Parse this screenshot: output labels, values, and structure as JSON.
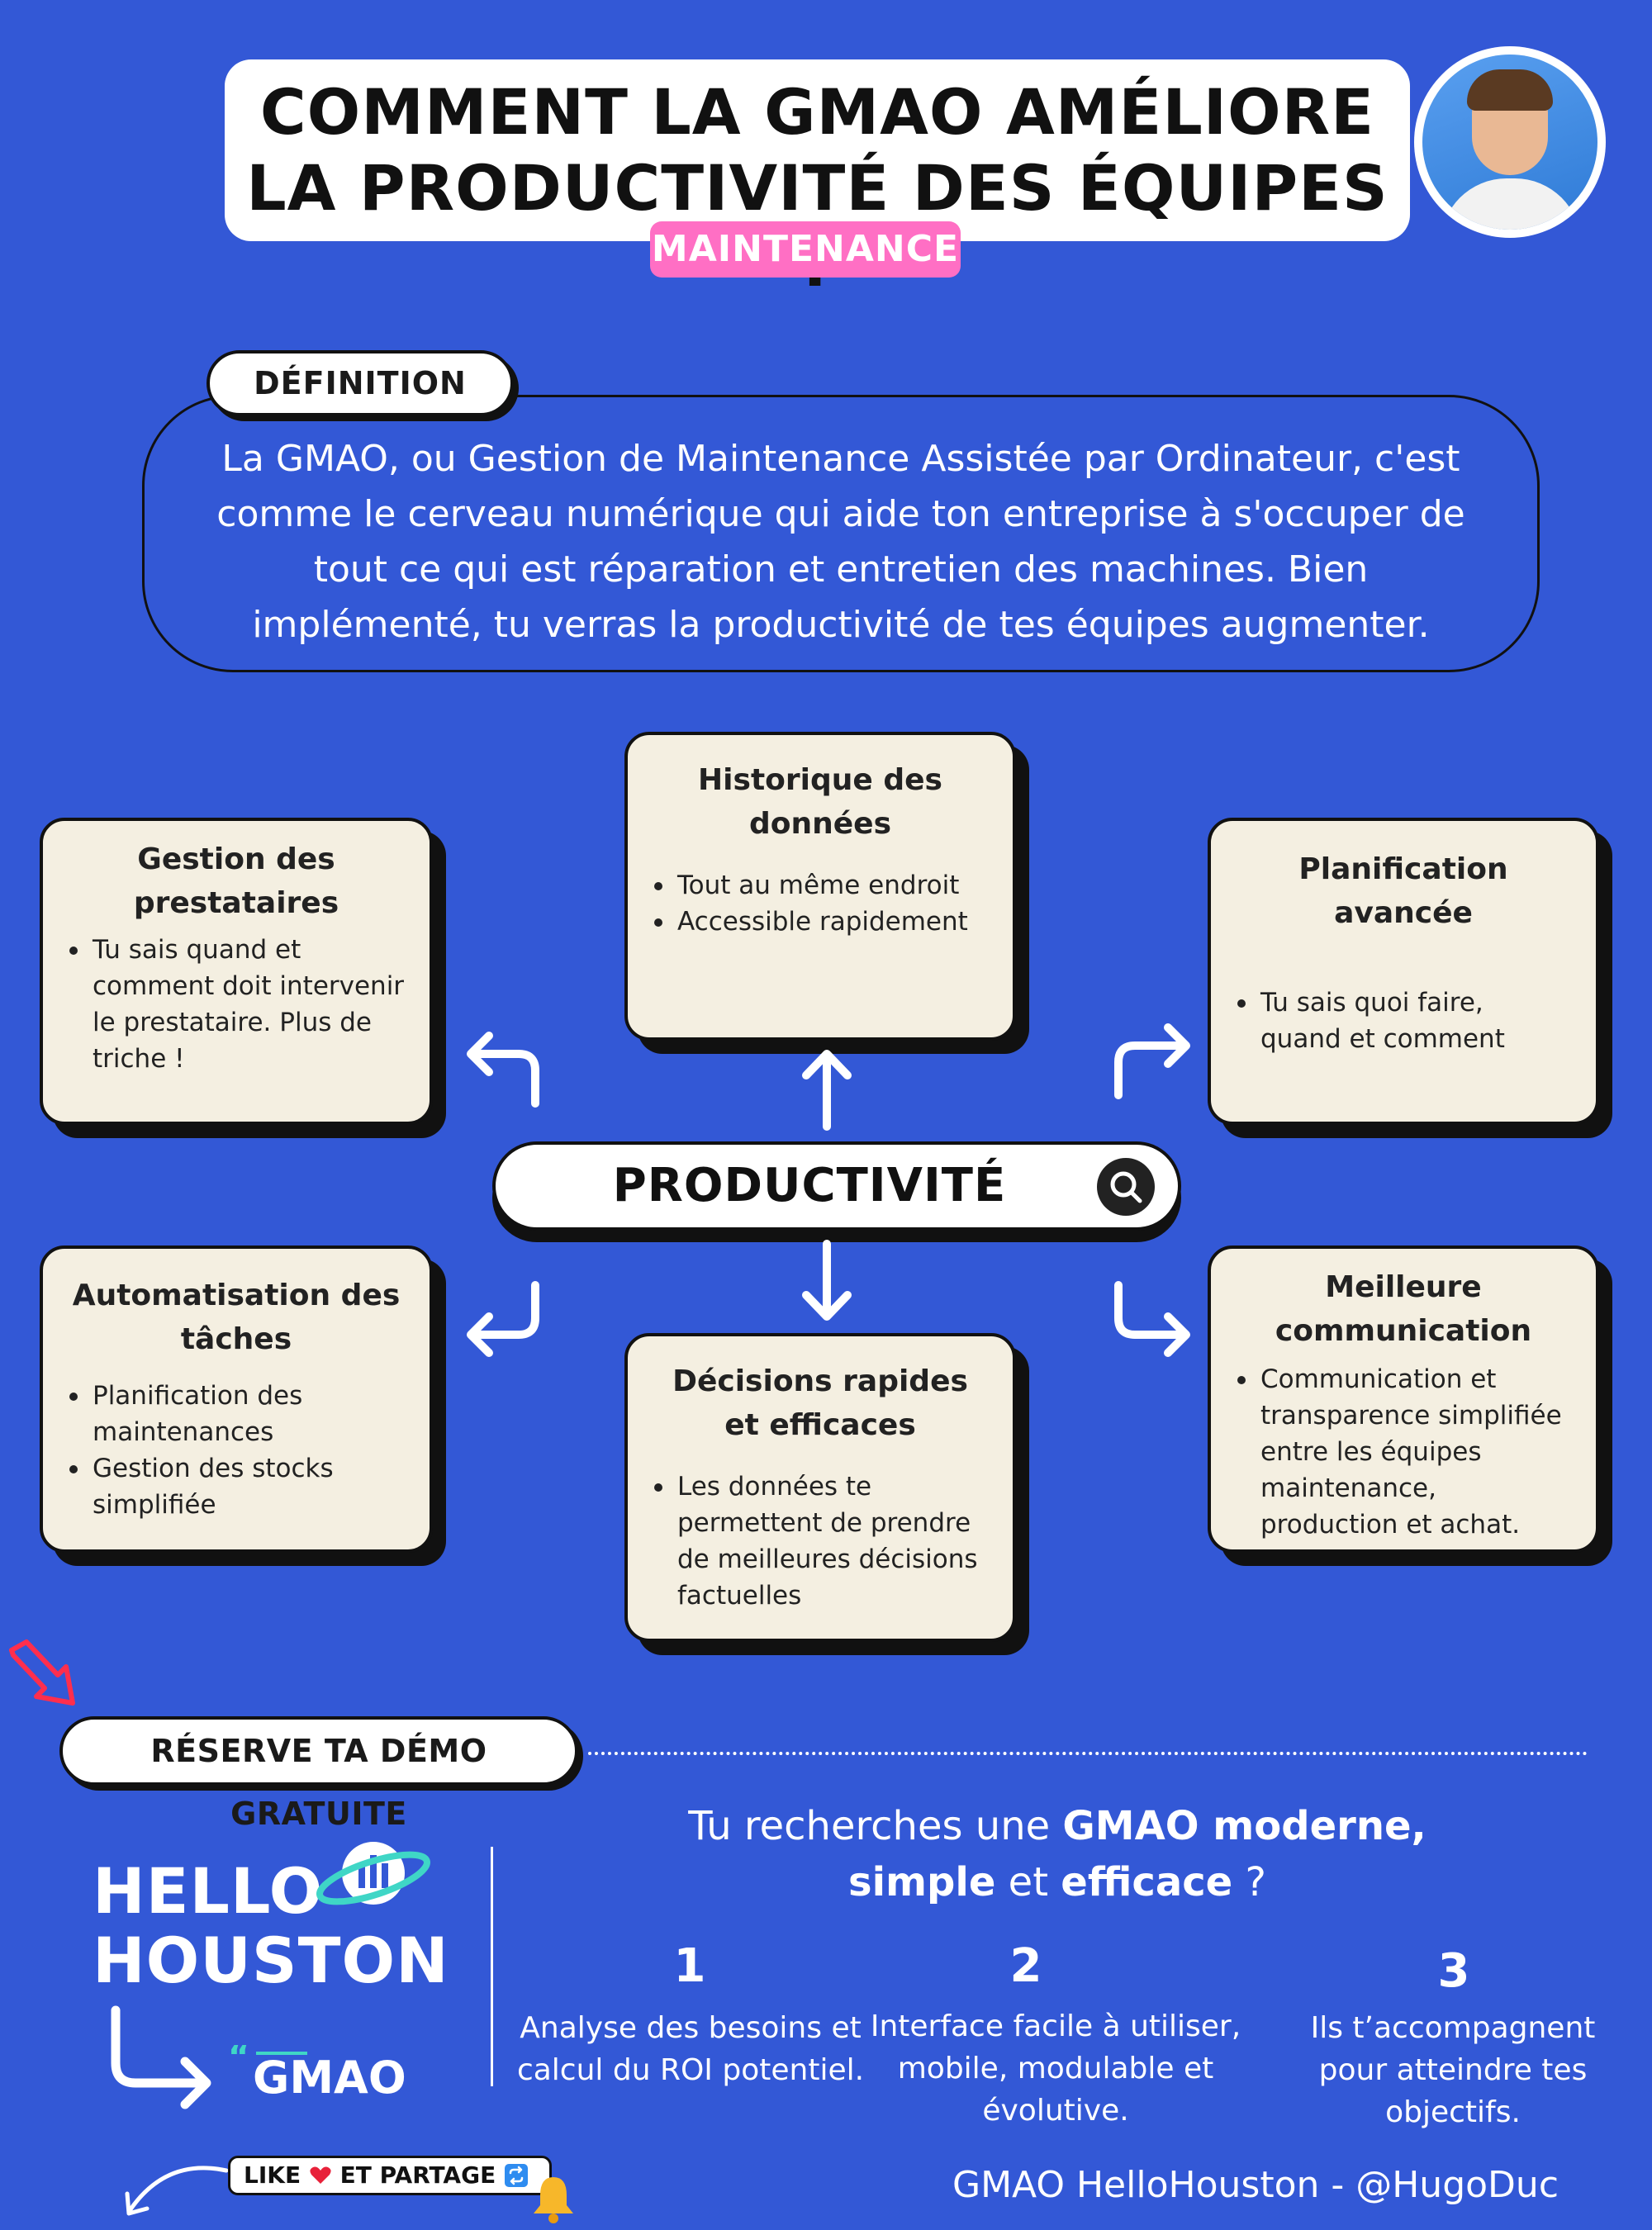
{
  "header": {
    "title_line1": "COMMENT LA GMAO AMÉLIORE",
    "title_line2": "LA PRODUCTIVITÉ DES ÉQUIPES ?",
    "tag": "MAINTENANCE"
  },
  "definition": {
    "label": "DÉFINITION",
    "text": "La GMAO, ou Gestion de Maintenance Assistée par Ordinateur, c'est comme le cerveau numérique qui aide ton entreprise à s'occuper de tout ce qui est réparation et entretien des machines. Bien implémenté, tu verras la productivité de tes équipes augmenter."
  },
  "center": {
    "label": "PRODUCTIVITÉ"
  },
  "cards": {
    "prestataires": {
      "title": "Gestion des prestataires",
      "bullets": [
        "Tu sais quand et comment doit intervenir le prestataire. Plus de triche !"
      ]
    },
    "historique": {
      "title": "Historique des données",
      "bullets": [
        "Tout au même endroit",
        "Accessible rapidement"
      ]
    },
    "planification": {
      "title": "Planification avancée",
      "bullets": [
        "Tu sais quoi faire, quand et comment"
      ]
    },
    "automatisation": {
      "title": "Automatisation des tâches",
      "bullets": [
        "Planification des maintenances",
        "Gestion des stocks simplifiée"
      ]
    },
    "decisions": {
      "title": "Décisions rapides et efficaces",
      "bullets": [
        "Les données te permettent de prendre de meilleures décisions factuelles"
      ]
    },
    "communication": {
      "title": "Meilleure communication",
      "bullets": [
        "Communication et transparence simplifiée entre les équipes maintenance, production et achat."
      ]
    }
  },
  "cta_section": {
    "label": "RÉSERVE TA DÉMO GRATUITE",
    "line1_a": "Tu recherches une ",
    "line1_b": "GMAO moderne,",
    "line2_a": "simple",
    "line2_b": " et ",
    "line2_c": "efficace",
    "line2_d": " ?",
    "steps": [
      {
        "num": "1",
        "text": "Analyse des besoins et calcul du ROI potentiel."
      },
      {
        "num": "2",
        "text": "Interface facile à utiliser, mobile, modulable et évolutive."
      },
      {
        "num": "3",
        "text": "Ils t’accompagnent pour atteindre tes objectifs."
      }
    ]
  },
  "brand": {
    "hello": "HELLO",
    "houston": "HOUSTON",
    "gmao": "GMAO"
  },
  "social": {
    "like_a": "LIKE",
    "like_b": "ET PARTAGE"
  },
  "footer": "GMAO HelloHouston - @HugoDuc"
}
